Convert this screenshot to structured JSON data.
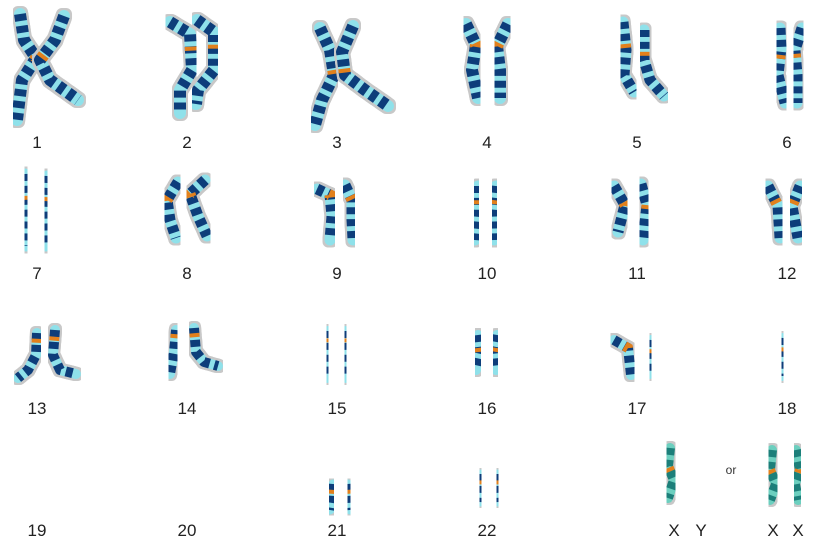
{
  "karyotype": {
    "pairs": [
      {
        "label": "1"
      },
      {
        "label": "2"
      },
      {
        "label": "3"
      },
      {
        "label": "4"
      },
      {
        "label": "5"
      },
      {
        "label": "6"
      },
      {
        "label": "7"
      },
      {
        "label": "8"
      },
      {
        "label": "9"
      },
      {
        "label": "10"
      },
      {
        "label": "11"
      },
      {
        "label": "12"
      },
      {
        "label": "13"
      },
      {
        "label": "14"
      },
      {
        "label": "15"
      },
      {
        "label": "16"
      },
      {
        "label": "17"
      },
      {
        "label": "18"
      },
      {
        "label": "19"
      },
      {
        "label": "20"
      },
      {
        "label": "21"
      },
      {
        "label": "22"
      }
    ],
    "sex": {
      "male": {
        "left_label": "X",
        "right_label": "Y"
      },
      "or_label": "or",
      "female": {
        "left_label": "X",
        "right_label": "X"
      }
    }
  },
  "colors": {
    "chromatid_light": "#8fe1ea",
    "chromatid_dark": "#0f3e7a",
    "centromere_band": "#e2801e",
    "x_chromosome": "#6ccfbf",
    "y_chromosome": "#c9cdea",
    "halo": "#c8c8c8"
  }
}
